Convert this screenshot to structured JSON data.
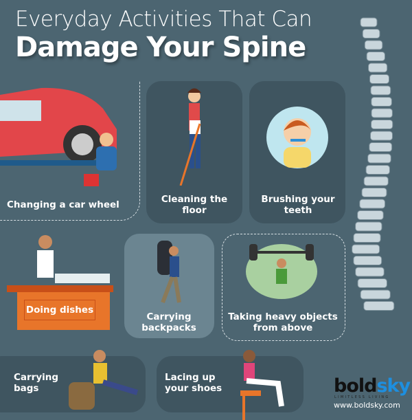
{
  "title": {
    "line1": "Everyday Activities That Can",
    "line2": "Damage Your Spine"
  },
  "activities": [
    {
      "label": "Changing a car wheel"
    },
    {
      "label": "Cleaning the floor"
    },
    {
      "label": "Brushing your teeth"
    },
    {
      "label": "Doing dishes"
    },
    {
      "label": "Carrying backpacks"
    },
    {
      "label": "Taking heavy objects from above"
    },
    {
      "label": "Carrying bags"
    },
    {
      "label": "Lacing up your shoes"
    }
  ],
  "brand": {
    "logo": "boldsky",
    "tagline": "LIMITLESS LIVING",
    "url": "www.boldsky.com"
  },
  "colors": {
    "background": "#4c6571",
    "card": "#3f5560",
    "accent": "#e8752a",
    "brand_blue": "#1d8fe0"
  }
}
